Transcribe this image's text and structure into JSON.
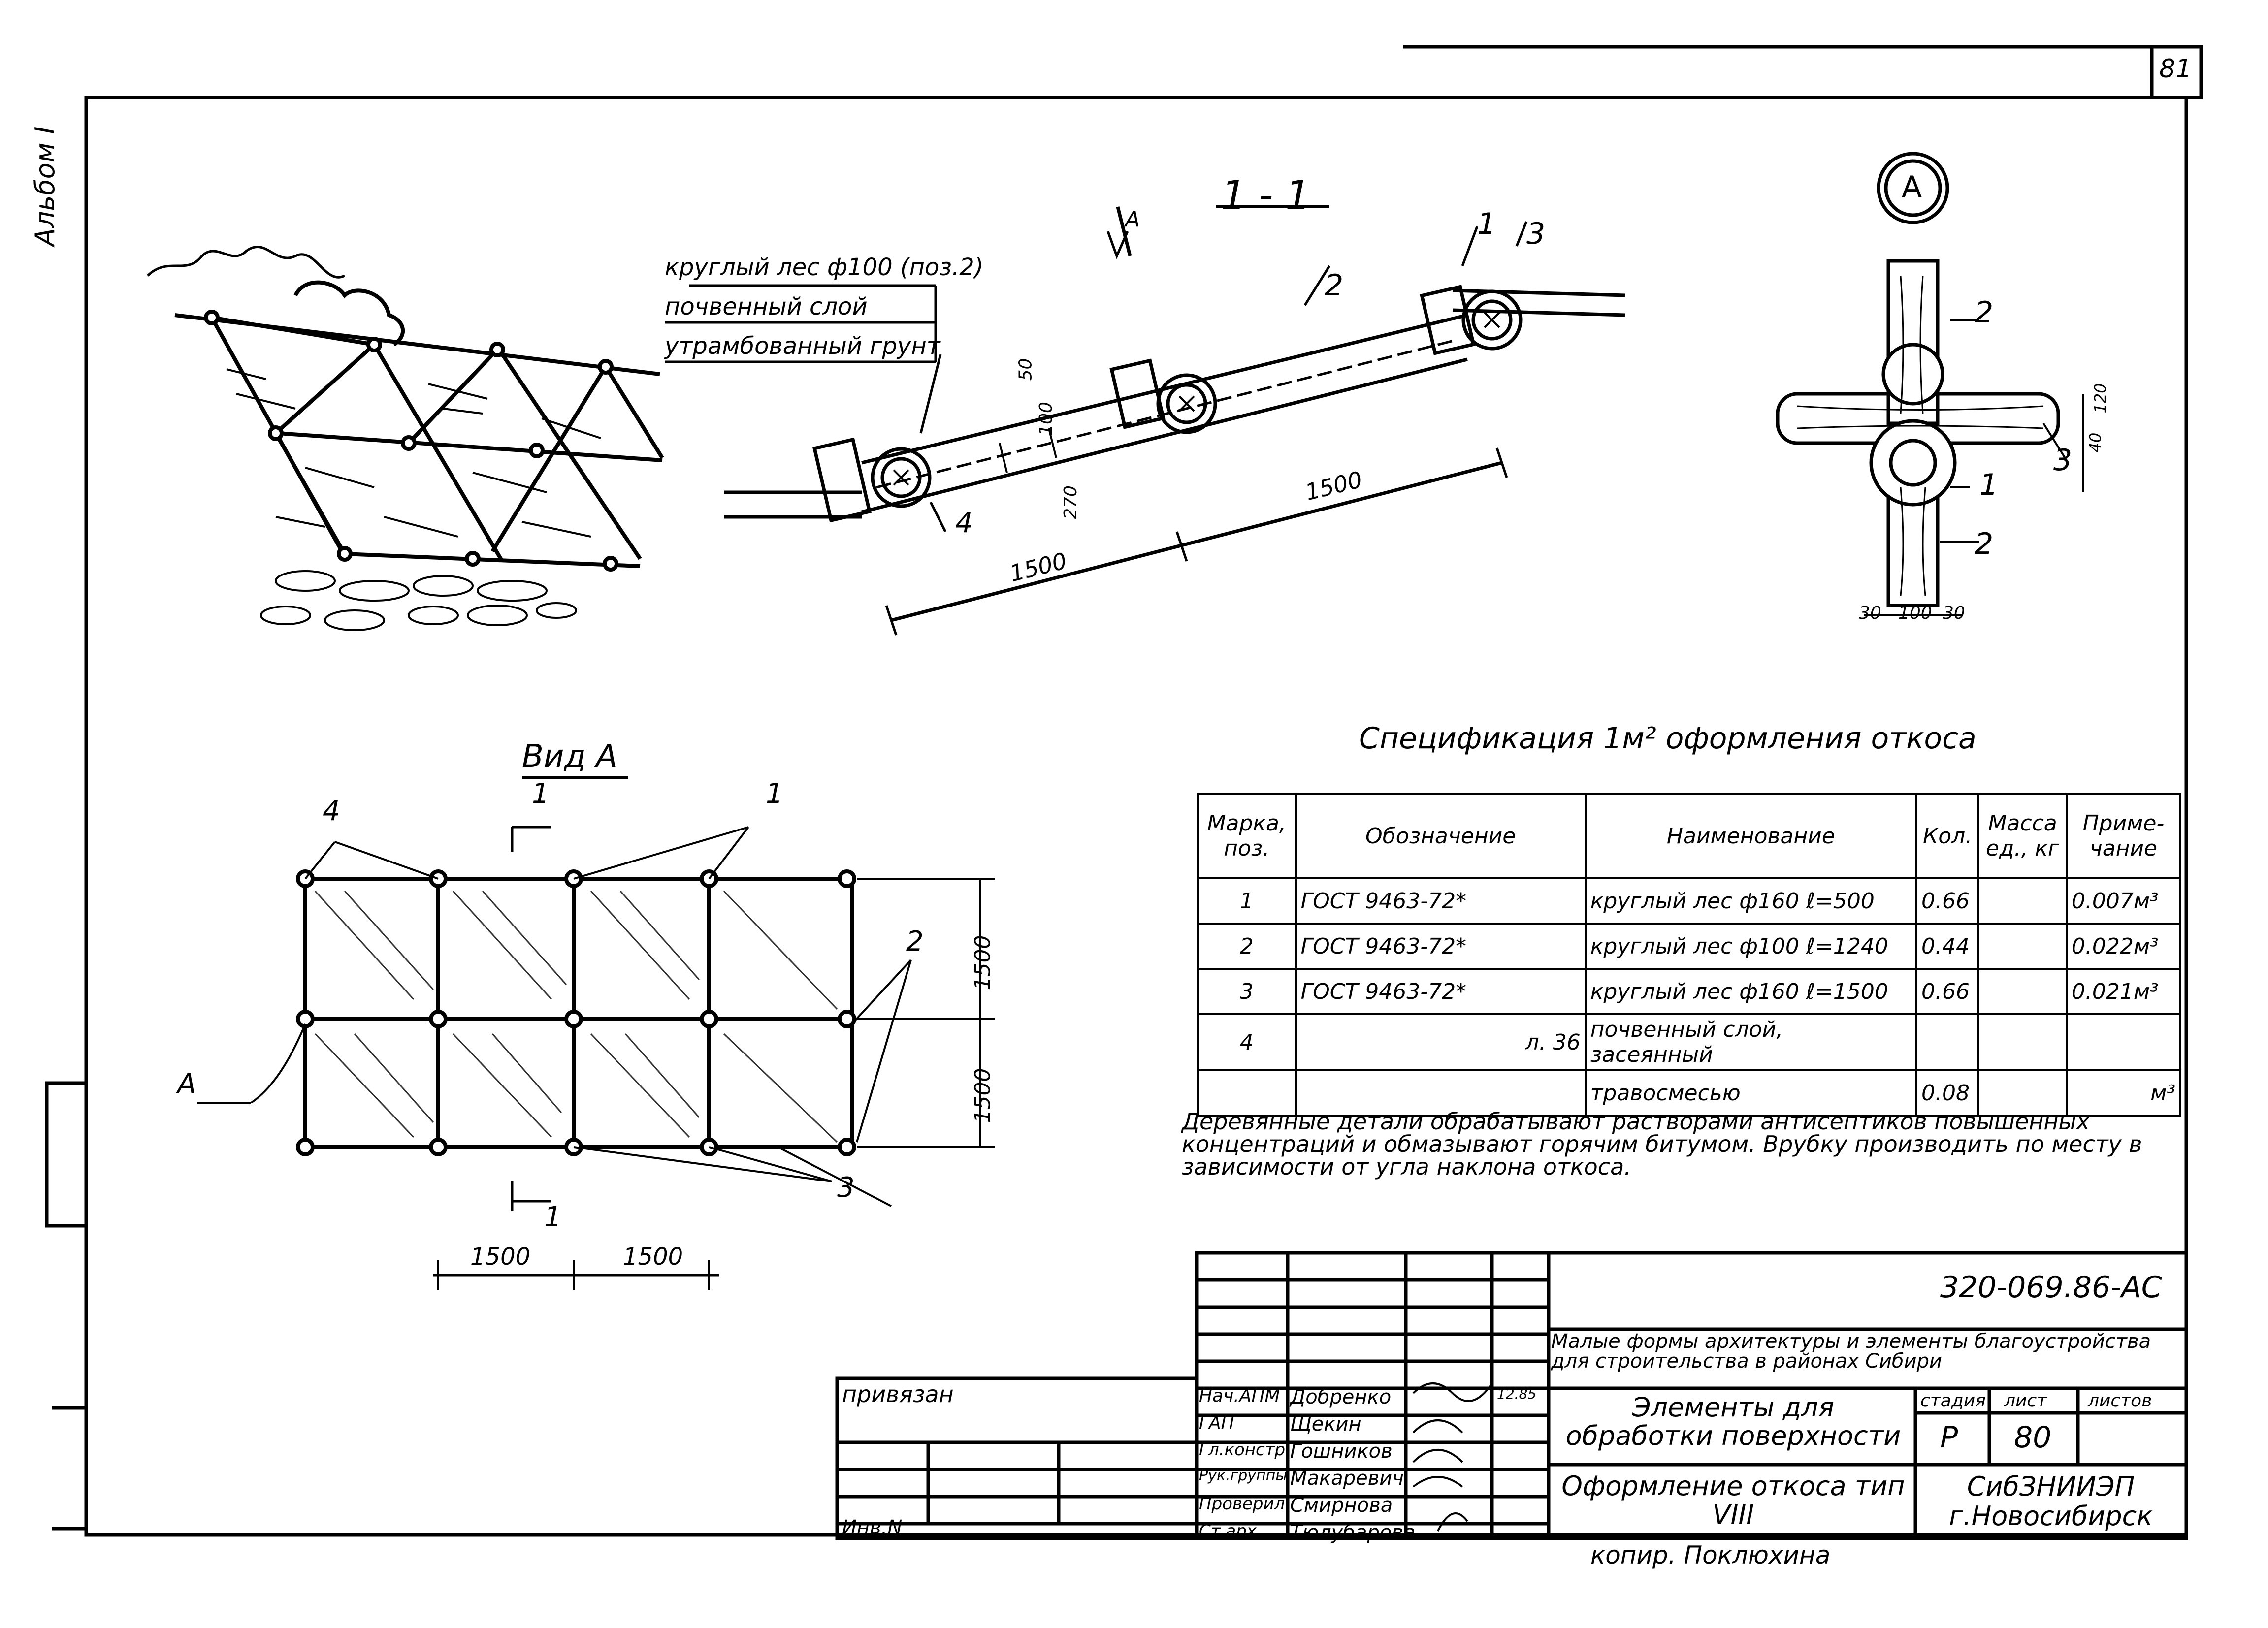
{
  "sheet": {
    "page_number": "81",
    "album_label": "Альбом I"
  },
  "sections": {
    "section_label": "1 - 1",
    "view_a_label": "Вид А",
    "callout_a": "А",
    "arrow_a": "А",
    "detail_circle": "А"
  },
  "section_callouts": {
    "line1": "круглый лес ф100 (поз.2)",
    "line2": "почвенный слой",
    "line3": "утрамбованный грунт"
  },
  "marks": [
    "1",
    "2",
    "3",
    "4"
  ],
  "dimensions": {
    "d1500": "1500",
    "d50": "50",
    "d100": "100",
    "d270": "270",
    "d30": "30",
    "d120": "120",
    "d40": "40"
  },
  "spec": {
    "title": "Спецификация 1м² оформления откоса",
    "headers": [
      "Марка, поз.",
      "Обозначение",
      "Наименование",
      "Кол.",
      "Масса ед., кг",
      "Приме- чание"
    ],
    "rows": [
      [
        "1",
        "ГОСТ 9463-72*",
        "круглый лес ф160 ℓ=500",
        "0.66",
        "",
        "0.007м³"
      ],
      [
        "2",
        "ГОСТ 9463-72*",
        "круглый лес ф100 ℓ=1240",
        "0.44",
        "",
        "0.022м³"
      ],
      [
        "3",
        "ГОСТ 9463-72*",
        "круглый лес ф160 ℓ=1500",
        "0.66",
        "",
        "0.021м³"
      ],
      [
        "4",
        "л. 36",
        "почвенный слой, засеянный",
        "",
        "",
        ""
      ],
      [
        "",
        "",
        "травосмесью",
        "0.08",
        "",
        "м³"
      ]
    ]
  },
  "note": "Деревянные детали обрабатывают растворами антисептиков повышенных концентраций и обмазывают горячим битумом. Врубку производить по месту в зависимости от угла наклона откоса.",
  "title_block": {
    "code": "320-069.86-АС",
    "project": "Малые формы архитектуры и элементы благоустройства для строительства в районах Сибири",
    "section_title": "Элементы для обработки поверхности",
    "drawing_title": "Оформление откоса тип VIII",
    "stage_label": "стадия",
    "sheet_label": "лист",
    "sheets_label": "листов",
    "stage": "Р",
    "sheet": "80",
    "org": "СибЗНИИЭП г.Новосибирск",
    "attached": "привязан",
    "inv": "Инв.N",
    "date": "12.85",
    "copied": "копир. Поклюхина",
    "staff": [
      {
        "role": "Нач.АПМ",
        "name": "Добренко"
      },
      {
        "role": "ГАП",
        "name": "Щекин"
      },
      {
        "role": "Гл.констр.",
        "name": "Гошников"
      },
      {
        "role": "Рук.группы",
        "name": "Макаревич"
      },
      {
        "role": "Проверил",
        "name": "Смирнова"
      },
      {
        "role": "Ст.арх.",
        "name": "Тюлубарова"
      }
    ]
  }
}
